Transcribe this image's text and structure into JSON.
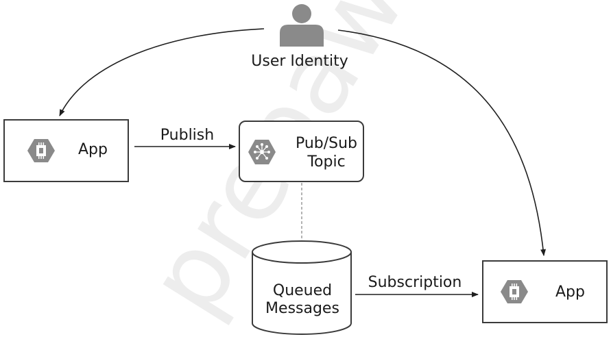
{
  "user": {
    "label": "User Identity"
  },
  "app_left": {
    "label": "App"
  },
  "topic": {
    "line1": "Pub/Sub",
    "line2": "Topic"
  },
  "queue": {
    "line1": "Queued",
    "line2": "Messages"
  },
  "app_right": {
    "label": "App"
  },
  "edges": {
    "publish": "Publish",
    "subscription": "Subscription"
  },
  "watermark": "prepaway",
  "colors": {
    "icon_grey": "#8a8a8a",
    "stroke": "#3a3a3a",
    "arrow": "#1f1f1f",
    "dashed": "#9a9a9a"
  }
}
